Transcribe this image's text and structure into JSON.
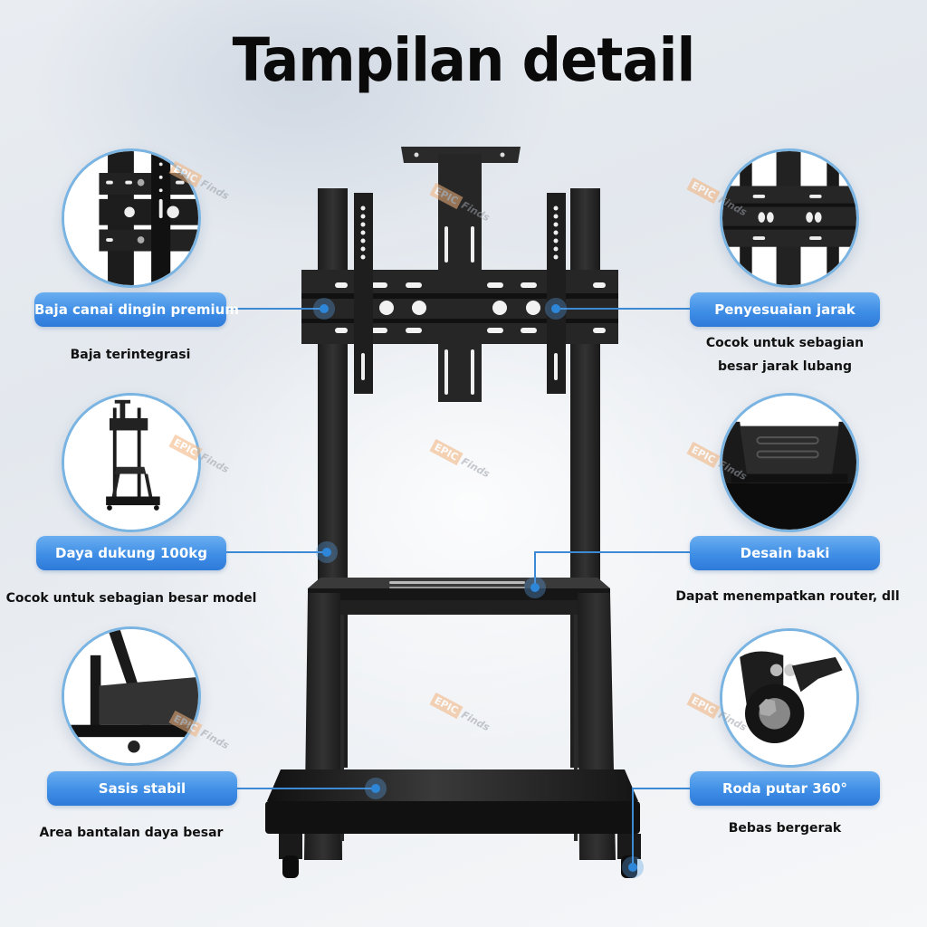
{
  "title": "Tampilan detail",
  "accent_color": "#3f8ee6",
  "features": {
    "left": [
      {
        "label": "Baja canai dingin premium",
        "caption": "Baja terintegrasi",
        "image": "mounting-bracket-closeup"
      },
      {
        "label": "Daya dukung 100kg",
        "caption": "Cocok untuk sebagian besar model",
        "image": "full-stand-view"
      },
      {
        "label": "Sasis stabil",
        "caption": "Area bantalan daya besar",
        "image": "chassis-base-closeup"
      }
    ],
    "right": [
      {
        "label": "Penyesuaian jarak",
        "caption_line1": "Cocok untuk sebagian",
        "caption_line2": "besar jarak lubang",
        "image": "vesa-plate-closeup"
      },
      {
        "label": "Desain baki",
        "caption": "Dapat menempatkan router, dll",
        "image": "tray-closeup"
      },
      {
        "label": "Roda putar 360°",
        "caption": "Bebas bergerak",
        "image": "caster-wheel-closeup"
      }
    ]
  },
  "watermark": {
    "box": "EPIC",
    "text": "Finds"
  }
}
